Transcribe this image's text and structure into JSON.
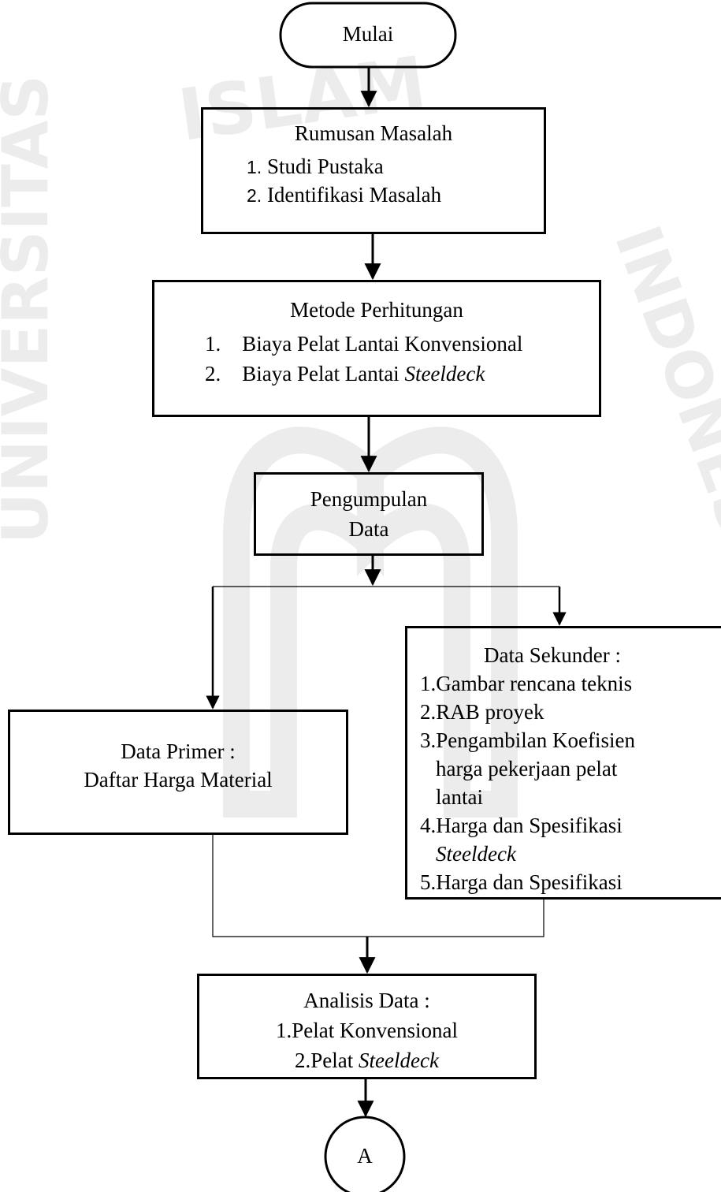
{
  "start": {
    "label": "Mulai"
  },
  "rumusan": {
    "title": "Rumusan Masalah",
    "items": [
      {
        "num": "1.",
        "text": "Studi Pustaka"
      },
      {
        "num": "2.",
        "text": "Identifikasi Masalah"
      }
    ]
  },
  "metode": {
    "title": "Metode Perhitungan",
    "items": [
      {
        "num": "1.",
        "text": "Biaya Pelat Lantai Konvensional",
        "italic": ""
      },
      {
        "num": "2.",
        "text": "Biaya Pelat Lantai ",
        "italic": "Steeldeck"
      }
    ]
  },
  "pengumpulan": {
    "line1": "Pengumpulan",
    "line2": "Data"
  },
  "primer": {
    "title": "Data Primer :",
    "text": "Daftar Harga Material"
  },
  "sekunder": {
    "title": "Data Sekunder :",
    "lines": [
      "1.Gambar rencana teknis",
      "2.RAB proyek",
      "3.Pengambilan Koefisien",
      "harga pekerjaan pelat",
      "lantai",
      "4.Harga dan Spesifikasi",
      "Steeldeck",
      "5.Harga dan Spesifikasi"
    ]
  },
  "analisis": {
    "title": "Analisis Data :",
    "item1": "1.Pelat Konvensional",
    "item2_prefix": "2.Pelat ",
    "item2_italic": "Steeldeck"
  },
  "connector": {
    "label": "A"
  },
  "watermark": {
    "arc_top": "ISLAM",
    "arc_left": "UNIVERSITAS",
    "arc_right": "INDONESIA",
    "color": "#e6e6e6"
  }
}
